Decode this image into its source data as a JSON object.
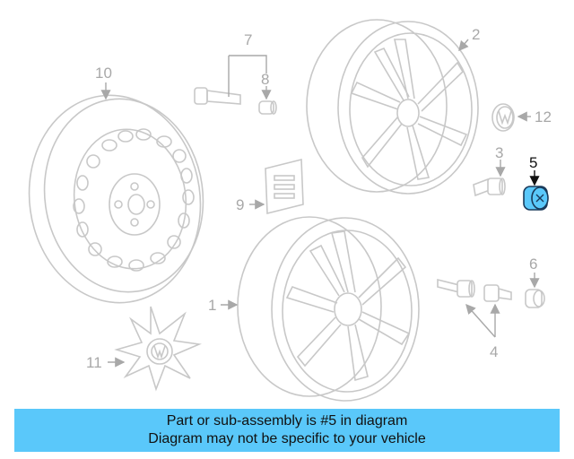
{
  "diagram": {
    "callouts": {
      "c1": "1",
      "c2": "2",
      "c3": "3",
      "c4": "4",
      "c5": "5",
      "c6": "6",
      "c7": "7",
      "c8": "8",
      "c9": "9",
      "c10": "10",
      "c11": "11",
      "c12": "12"
    },
    "highlighted_part": "5",
    "highlight_color": "#5ac8fa",
    "line_color": "#c8c8c8"
  },
  "banner": {
    "line1": "Part or sub-assembly is #5 in diagram",
    "line2": "Diagram may not be specific to your vehicle",
    "background": "#5ac8fa"
  }
}
